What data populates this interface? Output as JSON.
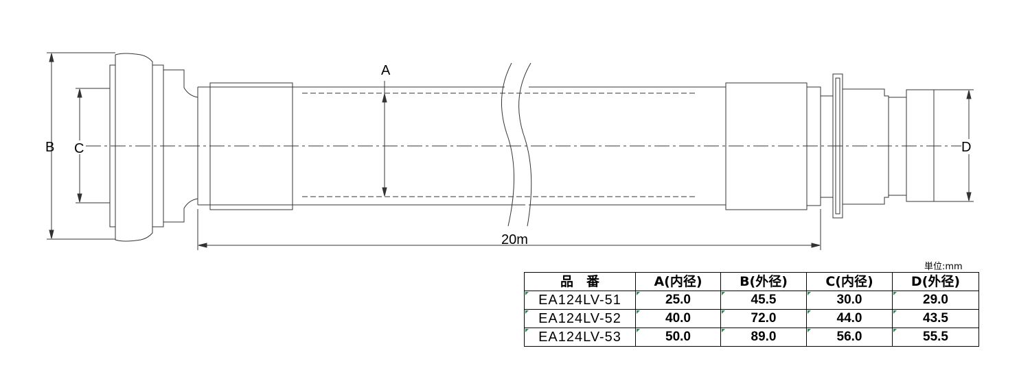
{
  "drawing": {
    "labels": {
      "a": "A",
      "b": "B",
      "c": "C",
      "d": "D",
      "length": "20m"
    }
  },
  "unit_note": "単位:mm",
  "table": {
    "headers": [
      "品　番",
      "A(内径)",
      "B(外径)",
      "C(内径)",
      "D(外径)"
    ],
    "rows": [
      [
        "EA124LV-51",
        "25.0",
        "45.5",
        "30.0",
        "29.0"
      ],
      [
        "EA124LV-52",
        "40.0",
        "72.0",
        "44.0",
        "43.5"
      ],
      [
        "EA124LV-53",
        "50.0",
        "89.0",
        "56.0",
        "55.5"
      ]
    ]
  }
}
